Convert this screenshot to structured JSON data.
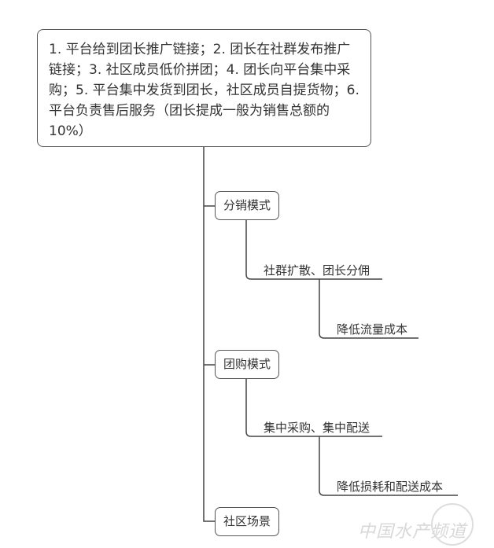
{
  "root": {
    "text": "1. 平台给到团长推广链接；2. 团长在社群发布推广链接；3. 社区成员低价拼团；4. 团长向平台集中采购；5. 平台集中发货到团长，社区成员自提货物；6. 平台负责售后服务（团长提成一般为销售总额的10%）"
  },
  "branches": [
    {
      "label": "分销模式",
      "child": "社群扩散、团长分佣",
      "grandchild": "降低流量成本"
    },
    {
      "label": "团购模式",
      "child": "集中采购、集中配送",
      "grandchild": "降低损耗和配送成本"
    },
    {
      "label": "社区场景"
    }
  ],
  "watermark": {
    "text": "中国水产频道"
  }
}
